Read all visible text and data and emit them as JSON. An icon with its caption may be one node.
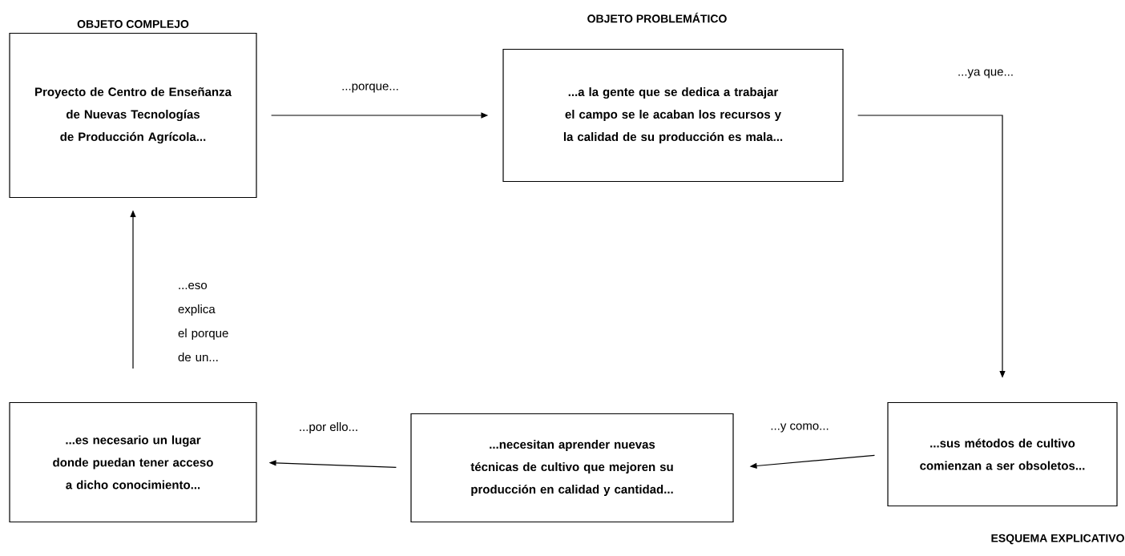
{
  "diagram": {
    "nodes": [
      {
        "text": [
          "OBJETO COMPLEJO",
          "Proyecto de Centro de Enseñanza de Nuevas Tecnologías de Producción Agrícola..."
        ]
      },
      {
        "text": [
          "OBJETO PROBLEMÁTICO",
          "...a la gente que se dedica a trabajar el campo se le acaban los recursos y la calidad de su producción es mala..."
        ]
      },
      {
        "text": [
          "...es necesario un lugar donde puedan tener acceso a dicho conocimiento..."
        ]
      },
      {
        "text": [
          "...necesitan aprender nuevas técnicas de cultivo que mejoren su producción en calidad y cantidad..."
        ]
      },
      {
        "text": [
          "...sus métodos de cultivo comienzan a ser obsoletos...",
          "ESQUEMA EXPLICATIVO"
        ]
      }
    ],
    "edges": [
      {
        "from": 0,
        "to": 1,
        "arrow": "to",
        "label": "...porque..."
      },
      {
        "from": 1,
        "to": 4,
        "arrow": "to",
        "label": "...ya que..."
      },
      {
        "from": 4,
        "to": 3,
        "arrow": "to",
        "label": "...y como..."
      },
      {
        "from": 3,
        "to": 2,
        "arrow": "to",
        "label": "...por ello..."
      },
      {
        "from": 2,
        "to": 0,
        "arrow": "to",
        "label": "...eso explica el porque de un..."
      }
    ]
  }
}
